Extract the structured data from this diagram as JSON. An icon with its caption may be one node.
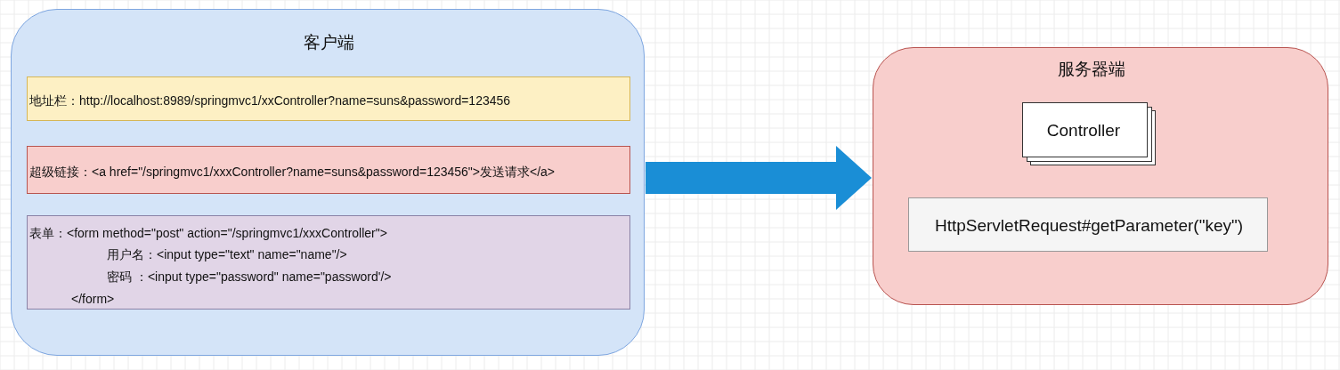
{
  "diagram": {
    "nodes": [
      {
        "text": [
          "客户端"
        ]
      },
      {
        "text": [
          "地址栏：http://localhost:8989/springmvc1/xxController?name=suns&password=123456"
        ],
        "in": 0
      },
      {
        "text": [
          "超级链接：<a href=\"/springmvc1/xxxController?name=suns&password=123456\">发送请求</a>"
        ],
        "in": 0
      },
      {
        "text": [
          "表单：<form method=\"post\" action=\"/springmvc1/xxxController\">",
          "用户名：<input type=\"text\" name=\"name\"/>",
          "密码 ：<input type=\"password\" name=\"password'/>",
          "</form>"
        ],
        "in": 0
      },
      {
        "text": [
          "服务器端"
        ]
      },
      {
        "text": [
          "Controller"
        ],
        "in": 4
      },
      {
        "text": [
          "HttpServletRequest#getParameter(\"key\")"
        ],
        "in": 4
      }
    ],
    "edges": [
      {
        "from": 0,
        "to": 4,
        "arrow": "to",
        "color": "#1a8ed6"
      }
    ]
  }
}
